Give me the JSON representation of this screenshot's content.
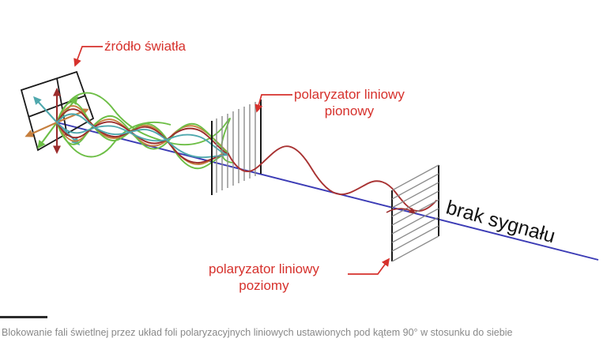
{
  "figure": {
    "labels": {
      "source": "źródło światła",
      "vertical_polarizer_line1": "polaryzator liniowy",
      "vertical_polarizer_line2": "pionowy",
      "horizontal_polarizer_line1": "polaryzator liniowy",
      "horizontal_polarizer_line2": "poziomy",
      "no_signal": "brak sygnału"
    },
    "caption": "Blokowanie fali świetlnej przez układ foli polaryzacyjnych liniowych ustawionych pod kątem 90° w stosunku do siebie",
    "colors": {
      "annotation_red": "#d6312c",
      "axis_blue": "#3b3bb5",
      "wave_green": "#6cbe45",
      "wave_darkred": "#9b2c2c",
      "wave_teal": "#4fa8ad",
      "wave_orange": "#c67f3e",
      "polarizer_gray": "#8c8c8c",
      "frame_black": "#1a1a1a",
      "caption_gray": "#888888",
      "rule_black": "#2b2b2b"
    },
    "elements": {
      "source_plane": "light-source-plane",
      "vertical_polarizer": "vertical-linear-polarizer",
      "horizontal_polarizer": "horizontal-linear-polarizer",
      "unpolarized_waves": "unpolarized-light-waves",
      "polarized_wave": "vertically-polarized-wave",
      "propagation_axis": "propagation-axis"
    }
  }
}
